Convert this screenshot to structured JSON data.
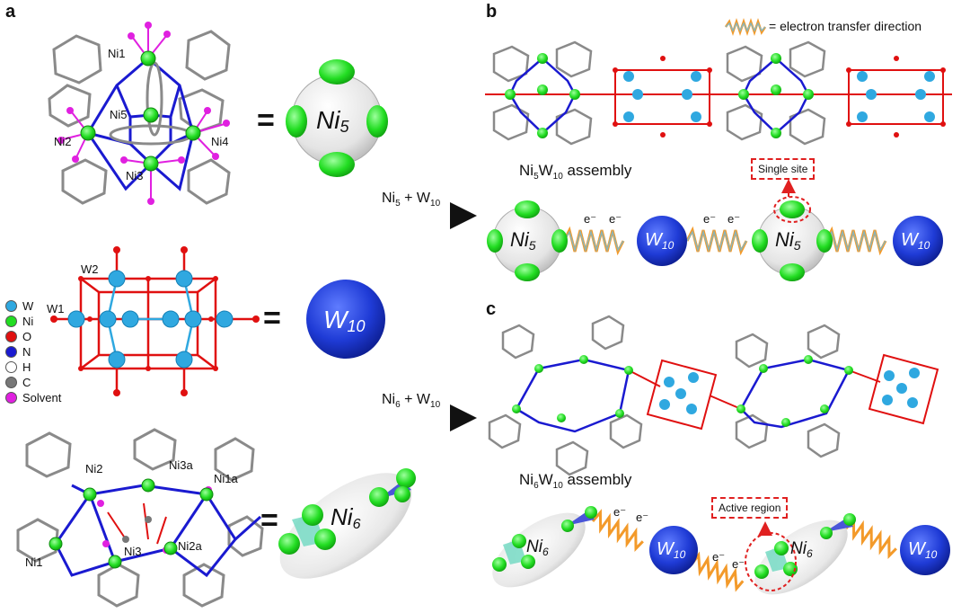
{
  "panels": {
    "a": "a",
    "b": "b",
    "c": "c"
  },
  "atom_labels": {
    "ni5": [
      "Ni1",
      "Ni5",
      "Ni2",
      "Ni4",
      "Ni3"
    ],
    "w10": [
      "W2",
      "W1"
    ],
    "ni6": [
      "Ni2",
      "Ni3a",
      "Ni1a",
      "Ni1",
      "Ni3",
      "Ni2a"
    ]
  },
  "legend": [
    {
      "label": "W",
      "color": "#2fa8e0"
    },
    {
      "label": "Ni",
      "color": "#22dd22"
    },
    {
      "label": "O",
      "color": "#e01010"
    },
    {
      "label": "N",
      "color": "#1a1ad0"
    },
    {
      "label": "H",
      "color": "#ffffff"
    },
    {
      "label": "C",
      "color": "#777777"
    },
    {
      "label": "Solvent",
      "color": "#e020e0"
    }
  ],
  "symbols": {
    "ni5": {
      "main": "Ni",
      "sub": "5"
    },
    "w10": {
      "main": "W",
      "sub": "10"
    },
    "ni6": {
      "main": "Ni",
      "sub": "6"
    }
  },
  "equals": "=",
  "reactions": {
    "r1": {
      "a": "Ni",
      "a_sub": "5",
      "plus": " + ",
      "b": "W",
      "b_sub": "10"
    },
    "r2": {
      "a": "Ni",
      "a_sub": "6",
      "plus": " + ",
      "b": "W",
      "b_sub": "10"
    }
  },
  "electron_legend": "= electron transfer direction",
  "assemblies": {
    "b": {
      "a": "Ni",
      "a_sub": "5",
      "b": "W",
      "b_sub": "10",
      "suffix": " assembly"
    },
    "c": {
      "a": "Ni",
      "a_sub": "6",
      "b": "W",
      "b_sub": "10",
      "suffix": " assembly"
    }
  },
  "electron_label": "e⁻",
  "callouts": {
    "single_site": "Single site",
    "active_region": "Active region"
  },
  "colors": {
    "ni": "#22dd22",
    "w": "#2fa8e0",
    "o": "#e01010",
    "n": "#1a1ad0",
    "solvent": "#e020e0",
    "accent_red": "#e02020"
  }
}
